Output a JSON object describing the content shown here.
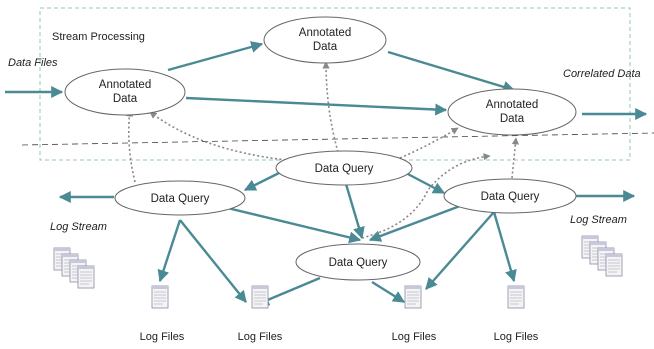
{
  "diagram": {
    "region_label": "Stream Processing",
    "input_label": "Data Files",
    "output_label": "Correlated Data",
    "nodes": {
      "annotated_left": [
        "Annotated",
        "Data"
      ],
      "annotated_top": [
        "Annotated",
        "Data"
      ],
      "annotated_right": [
        "Annotated",
        "Data"
      ],
      "query_center": "Data Query",
      "query_left": "Data Query",
      "query_right": "Data Query",
      "query_bottom": "Data Query"
    },
    "log_stream_left": "Log Stream",
    "log_stream_right": "Log Stream",
    "log_files": [
      "Log Files",
      "Log Files",
      "Log Files",
      "Log Files"
    ]
  },
  "colors": {
    "arrow": "#4a8a94",
    "dotted_arrow": "#888888",
    "region_border": "#8fc9a8",
    "node_fill": "#ffffff",
    "node_stroke": "#666666"
  }
}
